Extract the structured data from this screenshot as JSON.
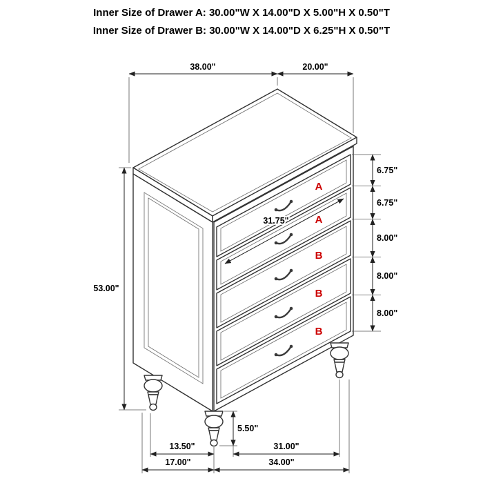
{
  "header": {
    "line1": "Inner Size of Drawer A: 30.00\"W X 14.00\"D X 5.00\"H X 0.50\"T",
    "line2": "Inner Size of Drawer B: 30.00\"W X 14.00\"D X 6.25\"H X 0.50\"T"
  },
  "dims": {
    "top_width": "38.00\"",
    "top_depth": "20.00\"",
    "overall_height": "53.00\"",
    "drawer1_height": "6.75\"",
    "drawer2_height": "6.75\"",
    "drawer3_height": "8.00\"",
    "drawer4_height": "8.00\"",
    "drawer5_height": "8.00\"",
    "drawer_front_width": "31.75\"",
    "leg_height": "5.50\"",
    "bottom_depth_inner": "13.50\"",
    "bottom_width_inner": "31.00\"",
    "bottom_depth_outer": "17.00\"",
    "bottom_width_outer": "34.00\""
  },
  "drawer_labels": {
    "drawer1": "A",
    "drawer2": "A",
    "drawer3": "B",
    "drawer4": "B",
    "drawer5": "B"
  },
  "colors": {
    "line": "#333333",
    "dimension": "#222222",
    "label_red": "#cc0000"
  }
}
